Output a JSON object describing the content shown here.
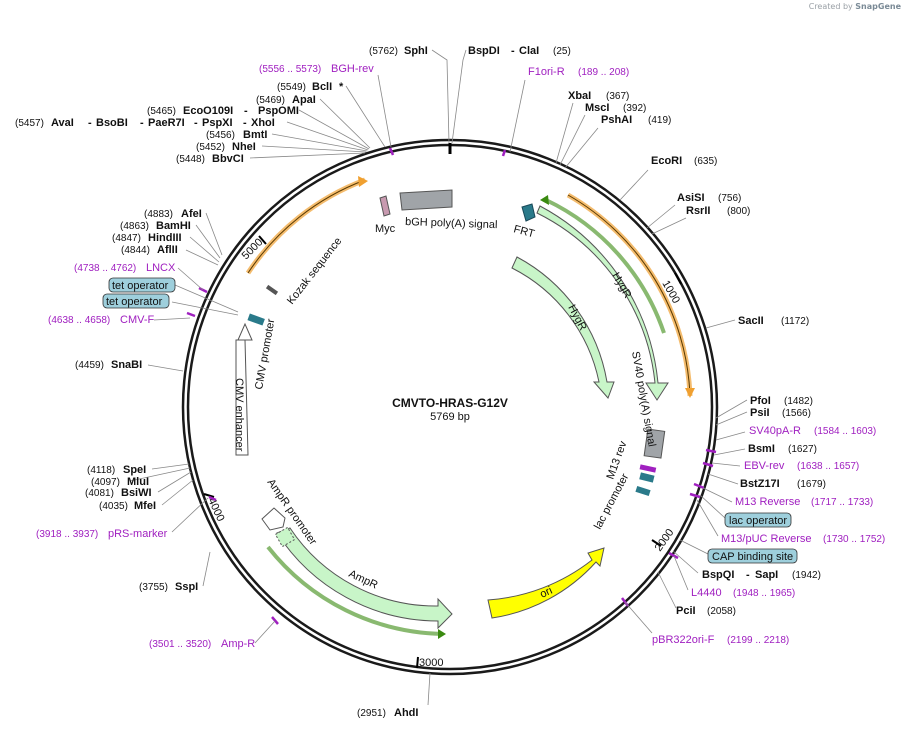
{
  "credit": {
    "prefix": "Created by",
    "brand": "SnapGene"
  },
  "plasmid": {
    "name": "CMVTO-HRAS-G12V",
    "length": "5769 bp"
  },
  "ticks": [
    "1000",
    "2000",
    "3000",
    "4000",
    "5000"
  ],
  "enzymes": {
    "sphI": {
      "pos": "(5762)",
      "name": "SphI"
    },
    "bspDI": {
      "name": "BspDI",
      "sep": "-",
      "name2": "ClaI",
      "pos": "(25)"
    },
    "xbaI": {
      "name": "XbaI",
      "pos": "(367)"
    },
    "mscI": {
      "name": "MscI",
      "pos": "(392)"
    },
    "pshAI": {
      "name": "PshAI",
      "pos": "(419)"
    },
    "ecoRI": {
      "name": "EcoRI",
      "pos": "(635)"
    },
    "asiSI": {
      "name": "AsiSI",
      "pos": "(756)"
    },
    "rsrII": {
      "name": "RsrII",
      "pos": "(800)"
    },
    "sacII": {
      "name": "SacII",
      "pos": "(1172)"
    },
    "pfoI": {
      "name": "PfoI",
      "pos": "(1482)"
    },
    "psiI": {
      "name": "PsiI",
      "pos": "(1566)"
    },
    "bsmI": {
      "name": "BsmI",
      "pos": "(1627)"
    },
    "bstZ17I": {
      "name": "BstZ17I",
      "pos": "(1679)"
    },
    "bspQI": {
      "name": "BspQI",
      "sep": "-",
      "name2": "SapI",
      "pos": "(1942)"
    },
    "pciI": {
      "name": "PciI",
      "pos": "(2058)"
    },
    "ahdI": {
      "pos": "(2951)",
      "name": "AhdI"
    },
    "sspI": {
      "pos": "(3755)",
      "name": "SspI"
    },
    "mfeI": {
      "pos": "(4035)",
      "name": "MfeI"
    },
    "bsiWI": {
      "pos": "(4081)",
      "name": "BsiWI"
    },
    "mluI": {
      "pos": "(4097)",
      "name": "MluI"
    },
    "speI": {
      "pos": "(4118)",
      "name": "SpeI"
    },
    "snaBI": {
      "pos": "(4459)",
      "name": "SnaBI"
    },
    "aflII": {
      "pos": "(4844)",
      "name": "AflII"
    },
    "hindIII": {
      "pos": "(4847)",
      "name": "HindIII"
    },
    "bamHI": {
      "pos": "(4863)",
      "name": "BamHI"
    },
    "afeI": {
      "pos": "(4883)",
      "name": "AfeI"
    },
    "bbvCI": {
      "pos": "(5448)",
      "name": "BbvCI"
    },
    "nheI": {
      "pos": "(5452)",
      "name": "NheI"
    },
    "bmtI": {
      "pos": "(5456)",
      "name": "BmtI"
    },
    "avaI": {
      "pos": "(5457)",
      "name": "AvaI",
      "sep1": "-",
      "name2": "BsoBI",
      "sep2": "-",
      "name3": "PaeR7I",
      "sep3": "-",
      "name4": "PspXI",
      "sep4": "-",
      "name5": "XhoI"
    },
    "ecoO109I": {
      "pos": "(5465)",
      "name": "EcoO109I",
      "sep": "-",
      "name2": "PspOMI"
    },
    "apaI": {
      "pos": "(5469)",
      "name": "ApaI"
    },
    "bclI": {
      "pos": "(5549)",
      "name": "BclI",
      "mark": "*"
    }
  },
  "primers": {
    "bghRev": {
      "pos": "(5556 .. 5573)",
      "name": "BGH-rev"
    },
    "f1oriR": {
      "name": "F1ori-R",
      "pos": "(189 .. 208)"
    },
    "sv40paR": {
      "name": "SV40pA-R",
      "pos": "(1584 .. 1603)"
    },
    "ebvRev": {
      "name": "EBV-rev",
      "pos": "(1638 .. 1657)"
    },
    "m13Rev": {
      "name": "M13 Reverse",
      "pos": "(1717 .. 1733)"
    },
    "m13puc": {
      "name": "M13/pUC Reverse",
      "pos": "(1730 .. 1752)"
    },
    "l4440": {
      "name": "L4440",
      "pos": "(1948 .. 1965)"
    },
    "pbr322": {
      "name": "pBR322ori-F",
      "pos": "(2199 .. 2218)"
    },
    "ampR": {
      "pos": "(3501 .. 3520)",
      "name": "Amp-R"
    },
    "prs": {
      "pos": "(3918 .. 3937)",
      "name": "pRS-marker"
    },
    "cmvF": {
      "pos": "(4638 .. 4658)",
      "name": "CMV-F"
    },
    "lncx": {
      "pos": "(4738 .. 4762)",
      "name": "LNCX"
    }
  },
  "boxed": {
    "tetOp1": "tet operator",
    "tetOp2": "tet operator",
    "lacOp": "lac operator",
    "cap": "CAP binding site"
  },
  "features": {
    "myc": "Myc",
    "bgh": "bGH poly(A) signal",
    "frt": "FRT",
    "hygR1": "HygR",
    "hygR2": "HygR",
    "sv40": "SV40 poly(A) signal",
    "m13rev": "M13 rev",
    "lacPromoter": "lac promoter",
    "ori": "ori",
    "ampR": "AmpR",
    "ampRPromoter": "AmpR promoter",
    "cmvEnhancer": "CMV enhancer",
    "cmvPromoter": "CMV promoter",
    "kozak": "Kozak sequence"
  },
  "colors": {
    "backbone": "#1a1a1a",
    "orange_arc": "#f0a030",
    "green_arc": "#3a8a10",
    "resistance": "#c8f5c8",
    "ori": "#ffff00",
    "primer": "#a020c0",
    "operator_box": "#9ecfdc",
    "frt": "#2a7a8a",
    "polyA": "#a0a4a8"
  }
}
